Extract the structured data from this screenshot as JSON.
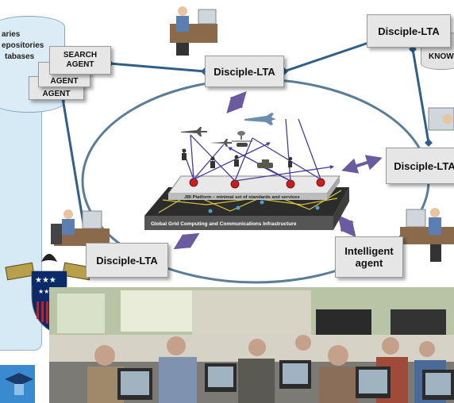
{
  "nodes": {
    "lta_top": "Disciple-LTA",
    "lta_top_right": "Disciple-LTA",
    "lta_right": "Disciple-LTA",
    "lta_left": "Disciple-LTA",
    "intelligent_agent": "Intelligent agent",
    "search_agent_1": "SEARCH AGENT",
    "search_agent_2": "AGENT",
    "search_agent_3": "AGENT",
    "knowledge_partial": "KNOW"
  },
  "repository": {
    "line1": "aries",
    "line2": "epositories",
    "line3": "tabases"
  },
  "platforms": {
    "jbi": "JBI Platform – minimal set of standards and services",
    "grid": "Global Grid Computing and Communications Infrastructure"
  },
  "colors": {
    "connector": "#2f5f8a",
    "bidirectional_arrow": "#6a5aa0",
    "ring": "#5a7d9a",
    "left_panel": "#d6eaf6",
    "box_fill": "#e6e6e6"
  }
}
